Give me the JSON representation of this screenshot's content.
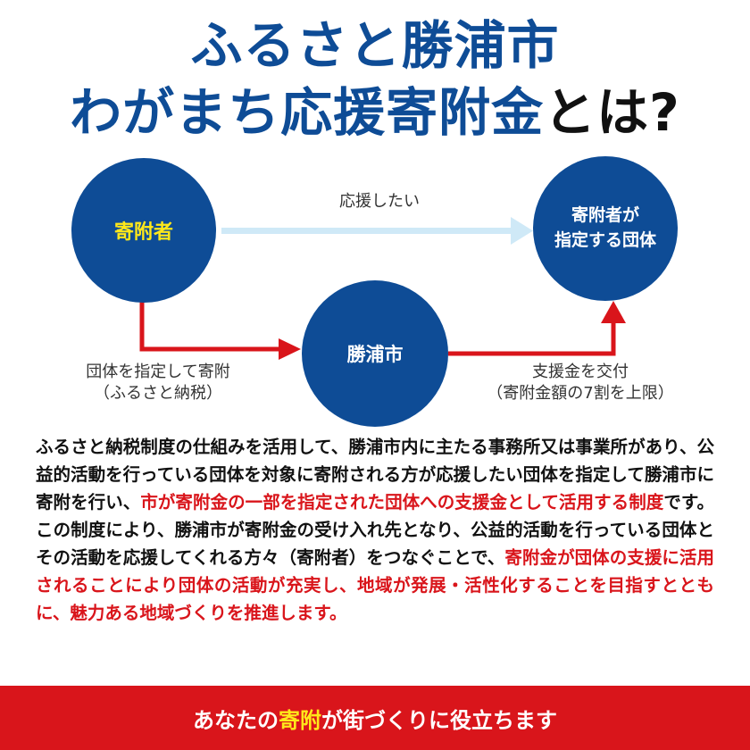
{
  "title": {
    "line1": "ふるさと勝浦市",
    "line2_main": "わがまち応援寄附金",
    "line2_tail": "とは?"
  },
  "nodes": {
    "donor": "寄附者",
    "city": "勝浦市",
    "organization": "寄附者が\n指定する団体"
  },
  "flows": {
    "support": "応援したい",
    "designate": "団体を指定して寄附\n（ふるさと納税）",
    "subsidy": "支援金を交付\n（寄附金額の7割を上限）"
  },
  "description": {
    "part1": "ふるさと納税制度の仕組みを活用して、勝浦市内に主たる事務所又は事業所があり、公益的活動を行っている団体を対象に寄附される方が応援したい団体を指定して勝浦市に寄附を行い、",
    "highlight1": "市が寄附金の一部を指定された団体への支援金として活用する制度",
    "part2": "です。この制度により、勝浦市が寄附金の受け入れ先となり、公益的活動を行っている団体とその活動を応援してくれる方々（寄附者）をつなぐことで、",
    "highlight2": "寄附金が団体の支援に活用されることにより団体の活動が充実し、地域が発展・活性化することを目指すとともに、魅力ある地域づくりを推進します。"
  },
  "banner": {
    "part1": "あなたの",
    "highlight": "寄附",
    "part2": "が街づくりに役立ちます"
  },
  "colors": {
    "navy": "#0e4c96",
    "red": "#d9151b",
    "yellow": "#ffe81a",
    "light_blue_arrow": "#cfe9f7"
  }
}
